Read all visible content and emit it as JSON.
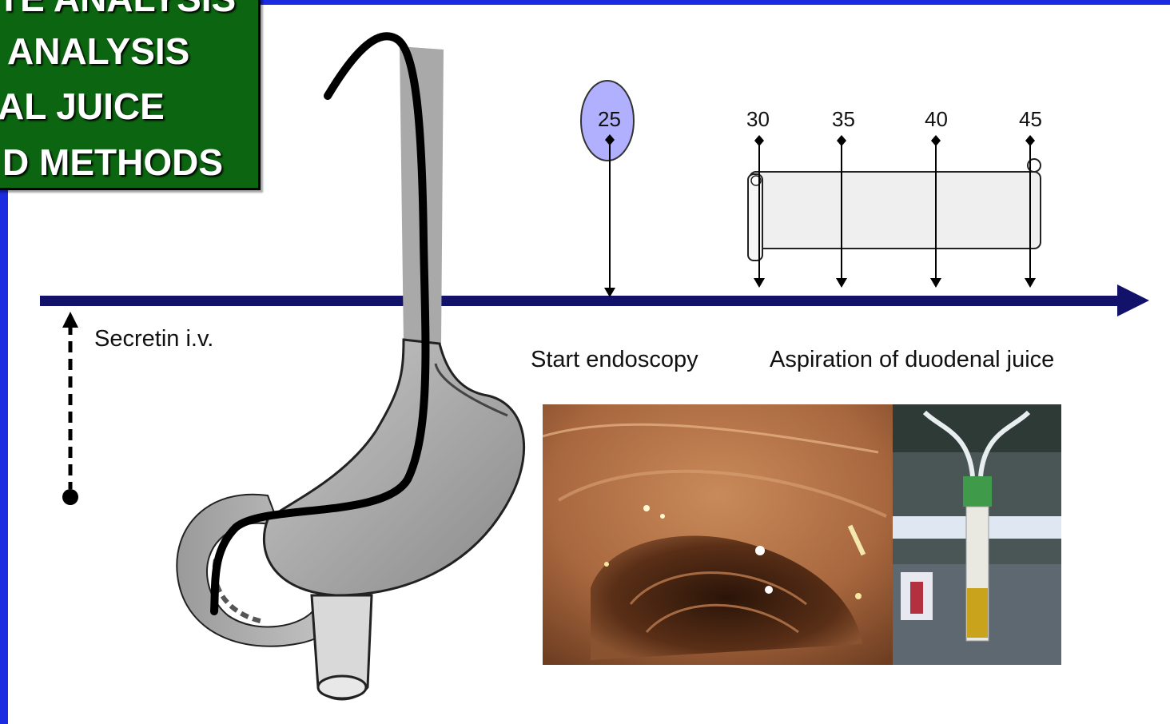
{
  "title_box": {
    "lines": [
      "TE ANALYSIS",
      "ANALYSIS",
      "AL JUICE",
      "D METHODS"
    ]
  },
  "timeline": {
    "secretin_label": "Secretin i.v.",
    "start_endoscopy_label": "Start endoscopy",
    "aspiration_label": "Aspiration of duodenal juice",
    "endoscopy_time": "25",
    "aspiration_times": [
      "30",
      "35",
      "40",
      "45"
    ]
  },
  "colors": {
    "frame_blue": "#1a2be0",
    "title_green": "#0c6510",
    "timeline_navy": "#12126b",
    "marker_lavender": "#b0b0ff"
  },
  "icons": [
    "endoscope-stomach-illustration",
    "duodenum-endoscopy-photo",
    "juice-collection-tube-photo"
  ]
}
